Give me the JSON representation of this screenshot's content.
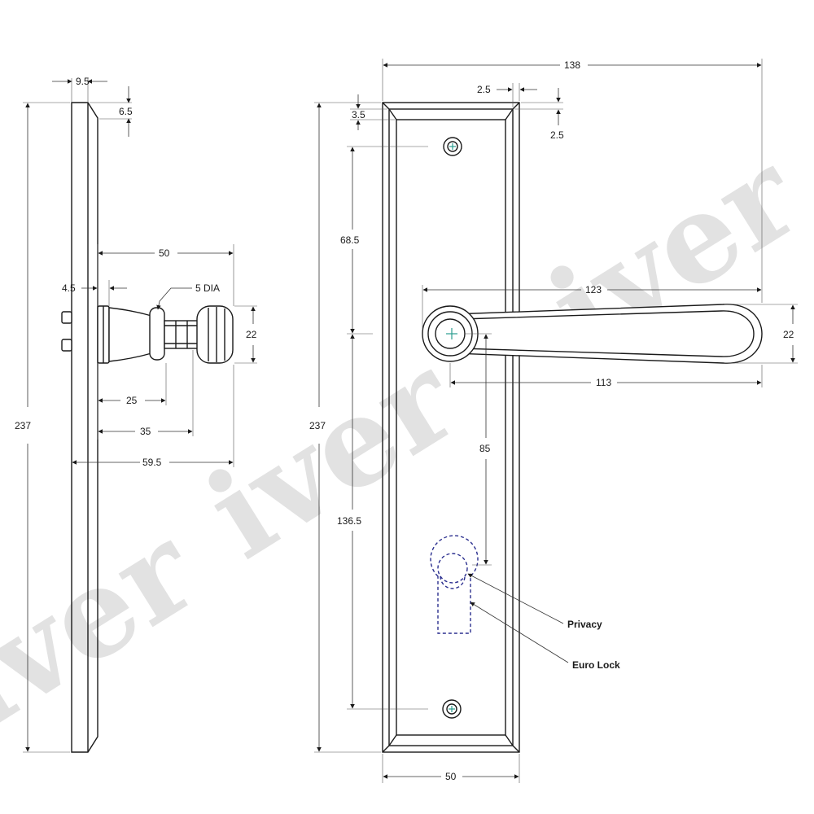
{
  "watermark": {
    "text": "iver",
    "color": "#e2e2e2"
  },
  "side_view": {
    "dimensions": {
      "plate_thickness": "9.5",
      "bevel": "6.5",
      "height": "237",
      "projection_to_rose": "50",
      "rose_offset": "4.5",
      "spindle_dia": "5 DIA",
      "knob_height": "22",
      "to_collar": "25",
      "to_knob": "35",
      "overall_projection": "59.5"
    }
  },
  "front_view": {
    "dimensions": {
      "overall_width": "138",
      "frame_side": "2.5",
      "frame_top": "2.5",
      "inset_top": "3.5",
      "height": "237",
      "screw_to_lever": "68.5",
      "lever_to_screw": "136.5",
      "lever_length": "123",
      "lever_height": "22",
      "lever_reach": "113",
      "lever_to_keyhole": "85",
      "plate_width": "50"
    },
    "callouts": {
      "privacy": "Privacy",
      "euro_lock": "Euro Lock"
    },
    "colors": {
      "hidden_line": "#2b2f8f",
      "centre_mark": "#2a9d8f"
    }
  }
}
